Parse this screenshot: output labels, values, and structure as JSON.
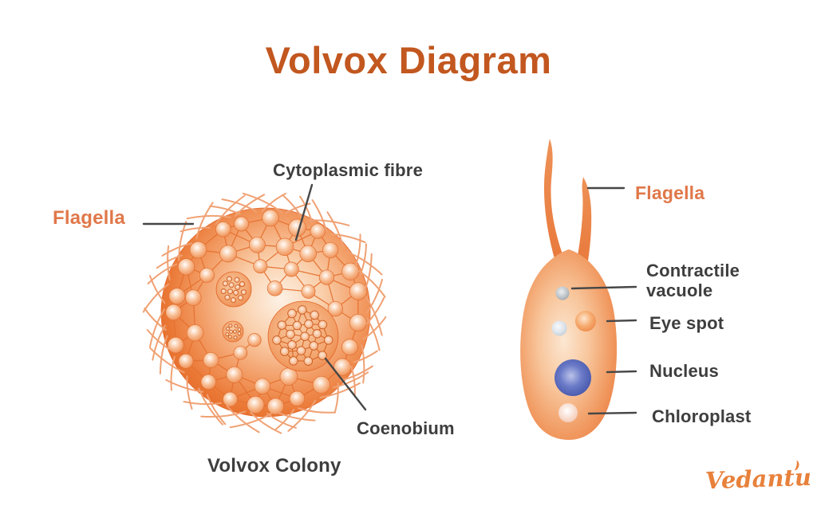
{
  "title": "Volvox Diagram",
  "colony": {
    "caption": "Volvox Colony",
    "labels": {
      "flagella": "Flagella",
      "cytoplasmic_fibre": "Cytoplasmic fibre",
      "coenobium": "Coenobium"
    }
  },
  "cell": {
    "labels": {
      "flagella": "Flagella",
      "contractile_vacuole": "Contractile vacuole",
      "eye_spot": "Eye spot",
      "nucleus": "Nucleus",
      "chloroplast": "Chloroplast"
    }
  },
  "branding": {
    "logo": "Vedantu"
  },
  "colors": {
    "title_orange": "#C2571F",
    "label_orange": "#E0784A",
    "text_dark": "#3E3E3E",
    "colony_orange": "#E8732F",
    "flagella_hair": "#F0A173",
    "nucleus_blue": "#4254A8",
    "vacuole_gray": "#9CA3A8",
    "eye_spot_orange": "#EE8A4D",
    "chloroplast_pink": "#F4CDBD",
    "leader_line": "#474747",
    "logo_orange": "#E8813B"
  }
}
